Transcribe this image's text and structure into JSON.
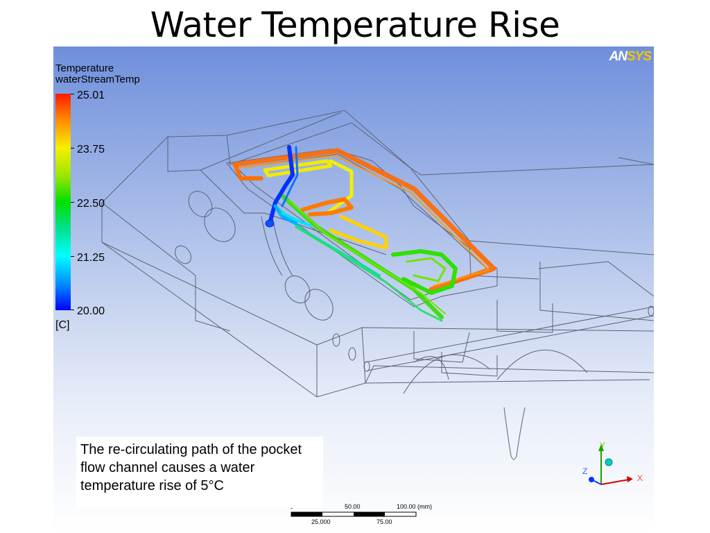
{
  "slide": {
    "title": "Water Temperature Rise"
  },
  "viewer": {
    "brand": {
      "part1": "AN",
      "part2": "SYS"
    },
    "legend": {
      "title": "Temperature",
      "variable": "waterStreamTemp",
      "ticks": [
        "25.01",
        "23.75",
        "22.50",
        "21.25",
        "20.00"
      ],
      "unit": "[C]",
      "colors": [
        "#ff1a00",
        "#ff8a00",
        "#f6f000",
        "#00e000",
        "#00ffff",
        "#0000ff"
      ]
    },
    "caption": "The re-circulating path of the pocket flow channel causes a water temperature rise of 5°C",
    "axes": {
      "x": "X",
      "y": "Y",
      "z": "Z"
    },
    "scale": {
      "top": [
        "0",
        "50.00",
        "100.00  (mm)"
      ],
      "bottom": [
        "25.000",
        "75.00"
      ]
    }
  }
}
